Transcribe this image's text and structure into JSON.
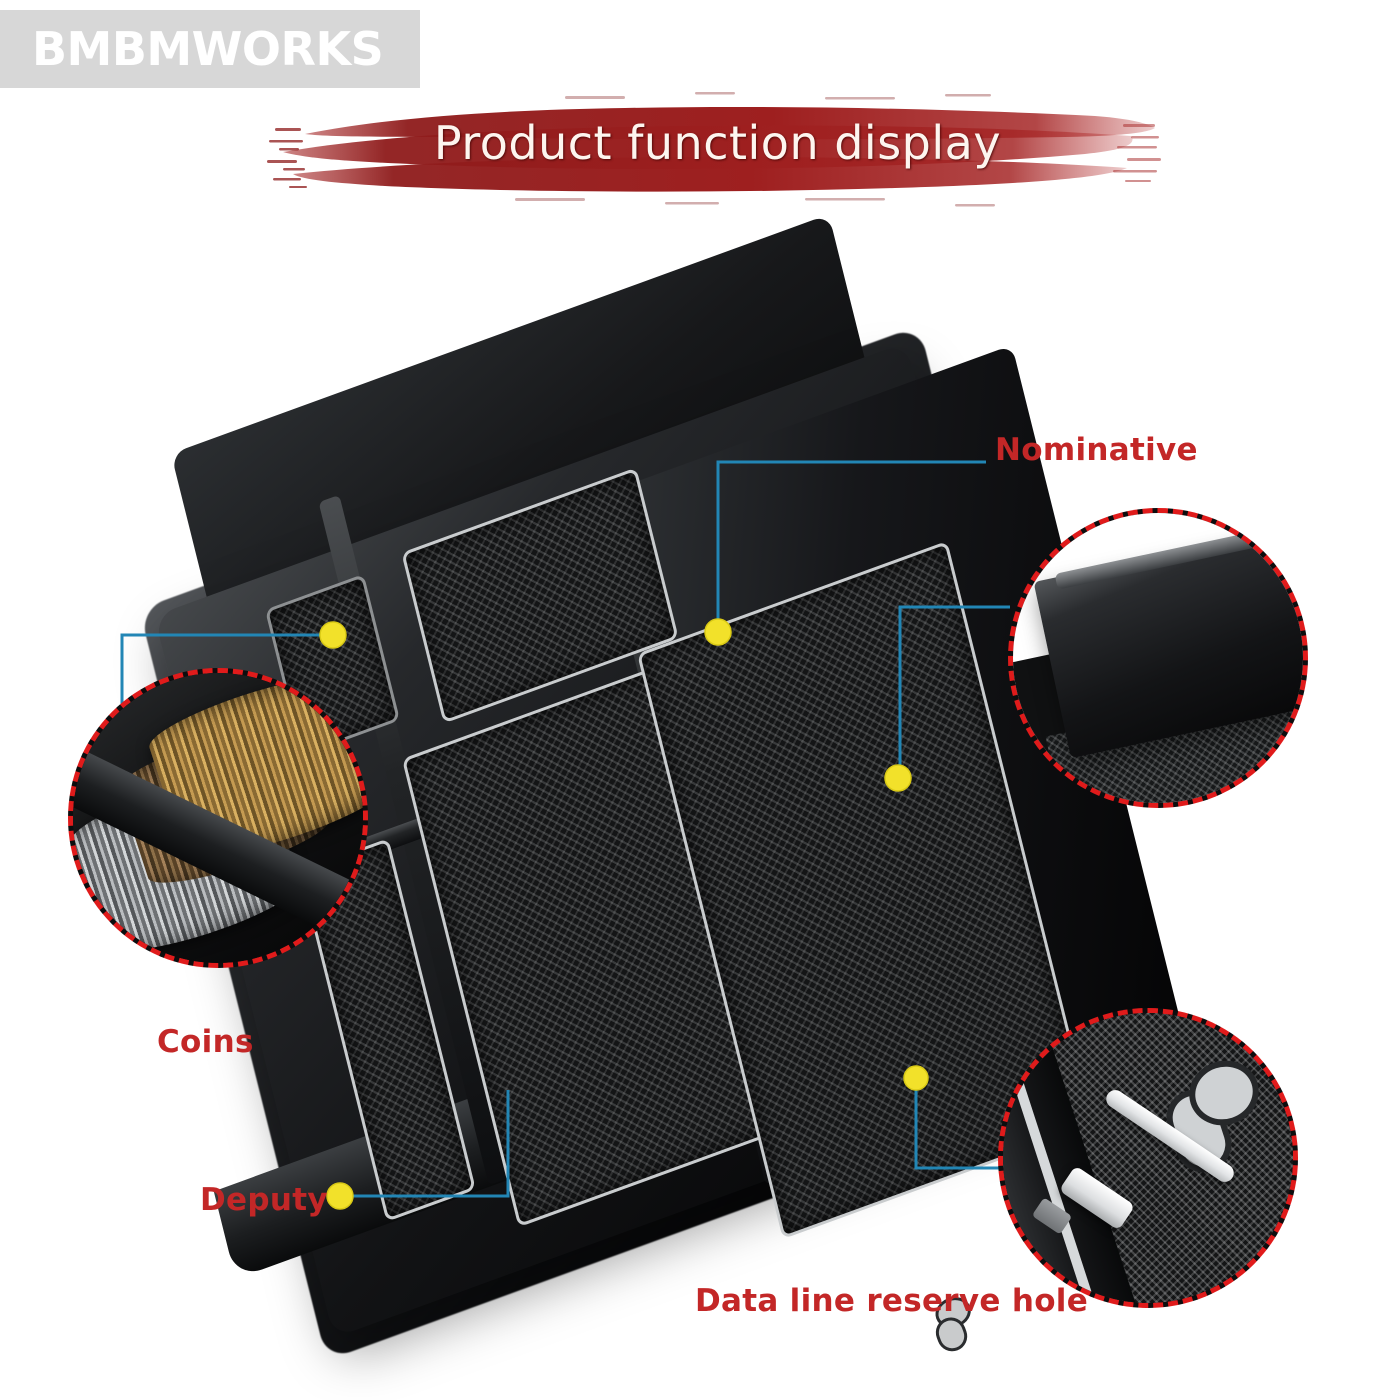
{
  "watermark": {
    "text": "BMBMWORKS",
    "box_color": "#d7d7d7",
    "text_color": "#ffffff"
  },
  "banner": {
    "title": "Product function display",
    "brush_color": "#9e1f1f",
    "title_color": "#fdf5ef"
  },
  "theme": {
    "callout_text_color": "#c32727",
    "leader_line_color": "#2286b5",
    "anchor_dot_color": "#f2e12a",
    "detail_circle_border_color": "#e01b1b",
    "background": "#ffffff"
  },
  "product": {
    "name": "car-center-console-organizer-tray",
    "material_color": "#111214",
    "mat_outline_color": "#c9ccce"
  },
  "callouts": [
    {
      "id": "nominative",
      "label": "Nominative",
      "anchor": "main-compartment"
    },
    {
      "id": "coins",
      "label": "Coins",
      "anchor": "coin-slot"
    },
    {
      "id": "deputy",
      "label": "Deputy",
      "anchor": "secondary-compartment"
    },
    {
      "id": "dataline",
      "label": "Data line reserve hole",
      "anchor": "cable-keyhole"
    }
  ],
  "detail_circles": [
    {
      "id": "coins-detail",
      "depicts": "stacked-coins-in-slot"
    },
    {
      "id": "divider-detail",
      "depicts": "compartment-divider-wall"
    },
    {
      "id": "cable-detail",
      "depicts": "usb-cable-through-keyhole"
    }
  ]
}
